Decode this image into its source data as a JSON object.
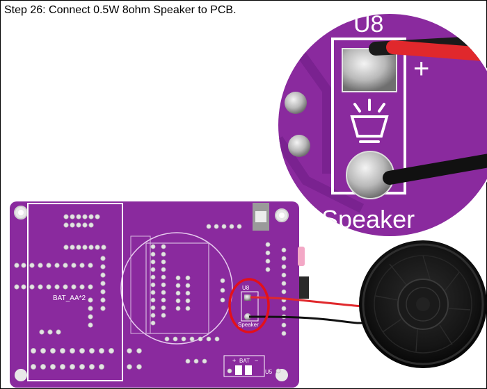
{
  "step": {
    "title": "Step 26: Connect 0.5W 8ohm Speaker to PCB."
  },
  "zoom_inset": {
    "ref_label": "U8",
    "plus_label": "+",
    "speaker_label": "Speaker"
  },
  "board": {
    "battery_label": "BAT_AA*2",
    "u8_small_label": "U8",
    "plus_small_label": "+",
    "speaker_small_label": "Speaker",
    "bat_plus": "+",
    "bat_label": "BAT",
    "bat_minus": "−",
    "u5_label": "U5"
  },
  "colors": {
    "pcb_purple": "#8a2a9e",
    "pcb_purple_dark": "#6c1d80",
    "highlight_red": "#e3101a",
    "wire_red": "#e0282c",
    "wire_black": "#111111",
    "speaker_body": "#141414"
  }
}
